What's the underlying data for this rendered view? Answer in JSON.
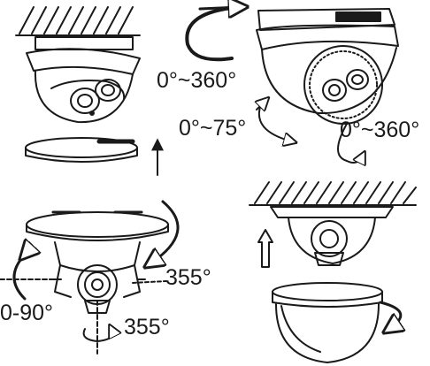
{
  "labels": {
    "pan_top": "0°~360°",
    "tilt_top": "0°~75°",
    "rotate_top": "0°~360°",
    "pan_bottom": "355°",
    "tilt_bottom": "0-90°",
    "rotate_bottom": "355°"
  },
  "colors": {
    "ink": "#1a1a1a",
    "background": "#ffffff"
  }
}
